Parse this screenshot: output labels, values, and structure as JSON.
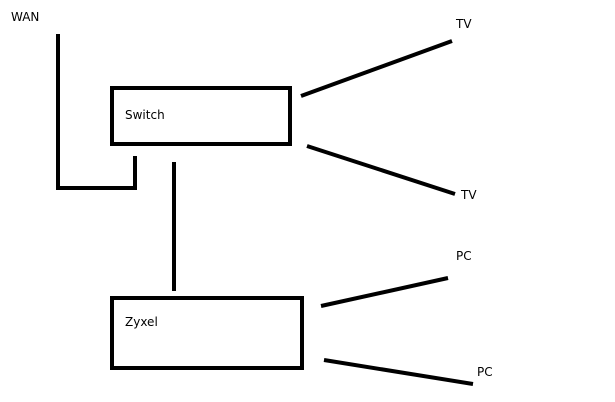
{
  "nodes": {
    "wan": {
      "label": "WAN"
    },
    "switch": {
      "label": "Switch"
    },
    "zyxel": {
      "label": "Zyxel"
    },
    "tv_top": {
      "label": "TV"
    },
    "tv_bottom": {
      "label": "TV"
    },
    "pc_top": {
      "label": "PC"
    },
    "pc_bottom": {
      "label": "PC"
    }
  },
  "edges": [
    {
      "from": "wan",
      "to": "switch"
    },
    {
      "from": "switch",
      "to": "tv_top"
    },
    {
      "from": "switch",
      "to": "tv_bottom"
    },
    {
      "from": "switch",
      "to": "zyxel"
    },
    {
      "from": "zyxel",
      "to": "pc_top"
    },
    {
      "from": "zyxel",
      "to": "pc_bottom"
    }
  ],
  "colors": {
    "stroke": "#000000",
    "background": "#ffffff"
  }
}
